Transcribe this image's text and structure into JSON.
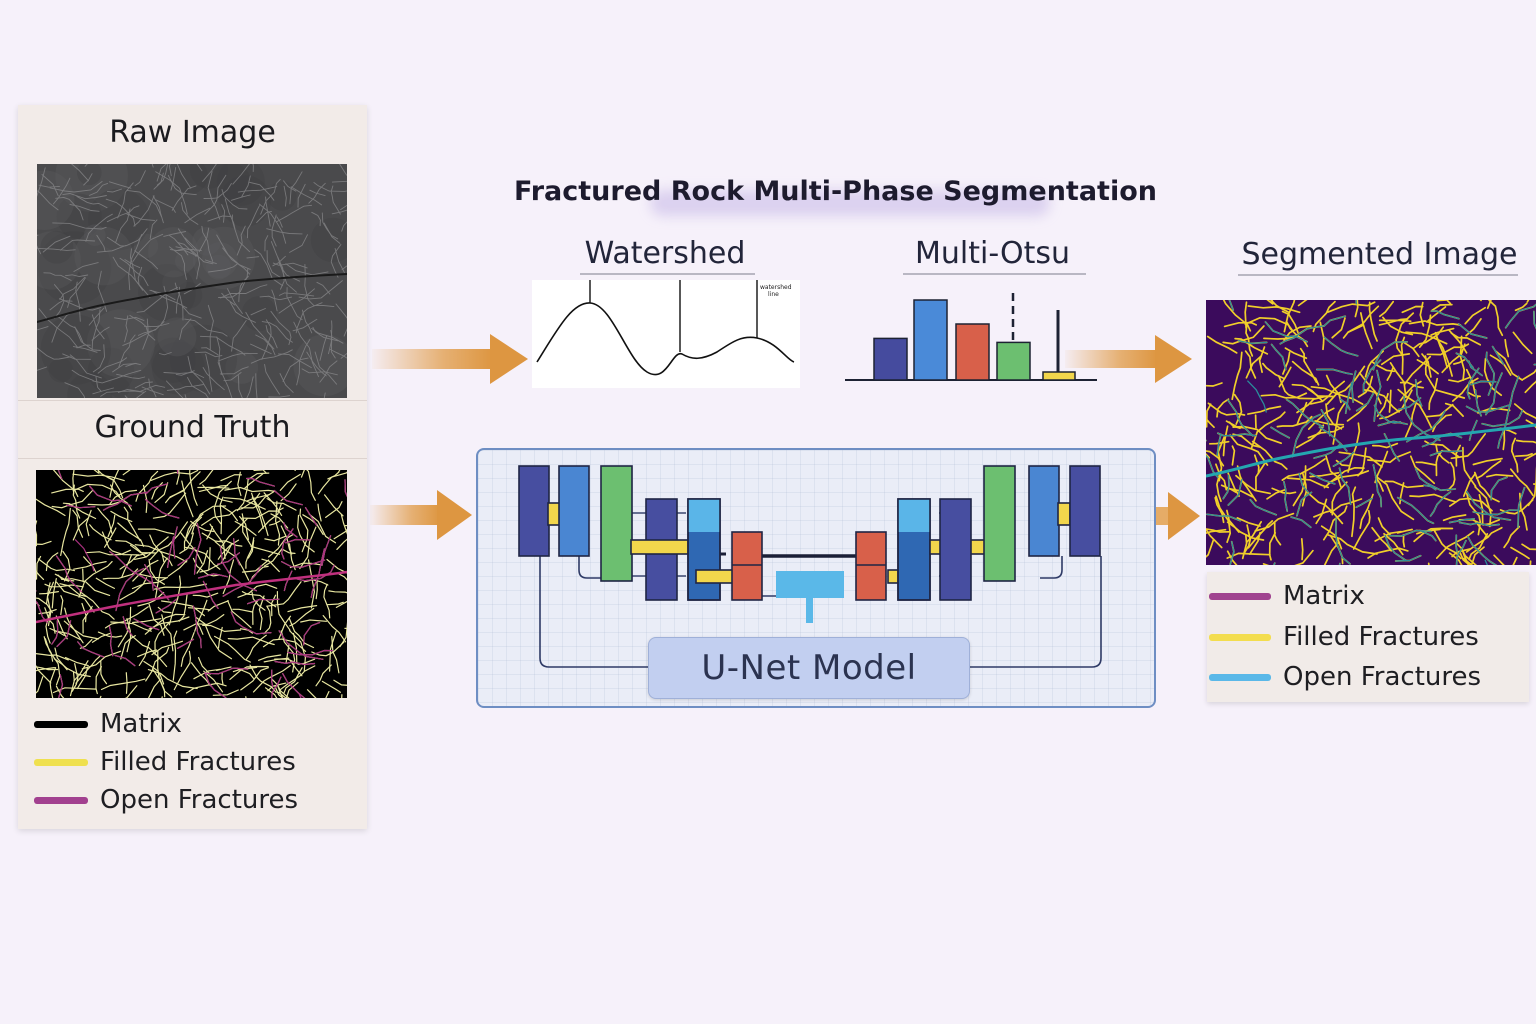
{
  "title": "Fractured Rock Multi-Phase Segmentation",
  "left_panel": {
    "raw_title": "Raw Image",
    "gt_title": "Ground Truth",
    "legend": [
      {
        "label": "Matrix",
        "color": "#000000"
      },
      {
        "label": "Filled Fractures",
        "color": "#efe04f"
      },
      {
        "label": "Open Fractures",
        "color": "#a2408f"
      }
    ]
  },
  "methods": {
    "watershed": {
      "title": "Watershed",
      "annotation": "watershed line"
    },
    "multi_otsu": {
      "title": "Multi-Otsu",
      "bars": [
        {
          "value": 0.52,
          "color": "#454b9e"
        },
        {
          "value": 1.0,
          "color": "#4a8ad8"
        },
        {
          "value": 0.7,
          "color": "#d8604a"
        },
        {
          "value": 0.47,
          "color": "#6cbf70"
        },
        {
          "value": 0.1,
          "color": "#f2d64c"
        }
      ],
      "thresholds": [
        "dashed",
        "solid"
      ]
    },
    "unet": {
      "label": "U-Net Model"
    }
  },
  "right_panel": {
    "title": "Segmented Image",
    "legend": [
      {
        "label": "Matrix",
        "color": "#a0438f"
      },
      {
        "label": "Filled Fractures",
        "color": "#f3dd4e"
      },
      {
        "label": "Open Fractures",
        "color": "#5ab8e8"
      }
    ]
  },
  "colors": {
    "arrow": "#e09a45",
    "unet_border": "#6e8ec3"
  }
}
